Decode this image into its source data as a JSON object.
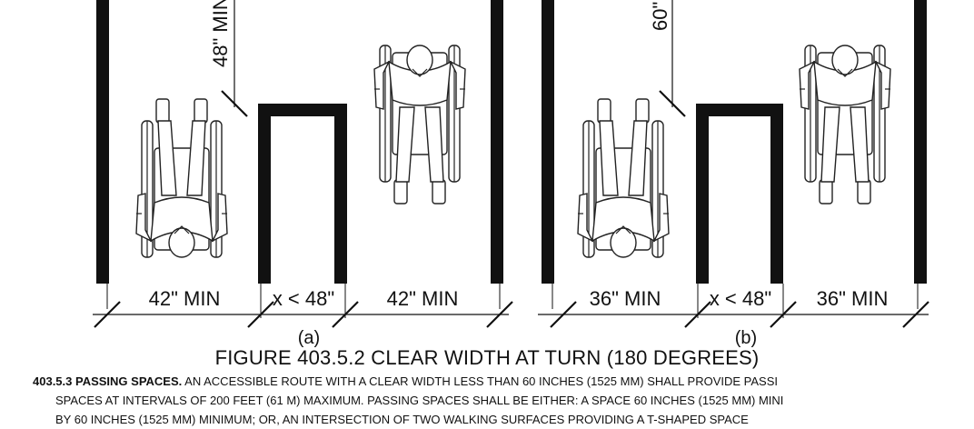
{
  "figure": {
    "panel_a": {
      "vertical_dim": "48\" MIN",
      "left_width": "42\" MIN",
      "middle_width": "x < 48\"",
      "right_width": "42\" MIN",
      "sublabel": "(a)"
    },
    "panel_b": {
      "vertical_dim": "60\"",
      "left_width": "36\" MIN",
      "middle_width": "x < 48\"",
      "right_width": "36\" MIN",
      "sublabel": "(b)"
    },
    "caption": "FIGURE 403.5.2 CLEAR WIDTH AT TURN (180 DEGREES)"
  },
  "section": {
    "number_title": "403.5.3 PASSING SPACES.",
    "line1": "AN ACCESSIBLE ROUTE WITH A CLEAR WIDTH LESS THAN 60 INCHES (1525 MM) SHALL PROVIDE PASSI",
    "line2": "SPACES AT INTERVALS OF 200 FEET (61 M) MAXIMUM. PASSING SPACES SHALL BE EITHER: A SPACE 60 INCHES (1525 MM) MINI",
    "line3": "BY 60 INCHES (1525 MM) MINIMUM; OR, AN INTERSECTION OF TWO WALKING SURFACES PROVIDING A T-SHAPED SPACE"
  },
  "colors": {
    "ink": "#111111",
    "paper": "#ffffff"
  }
}
